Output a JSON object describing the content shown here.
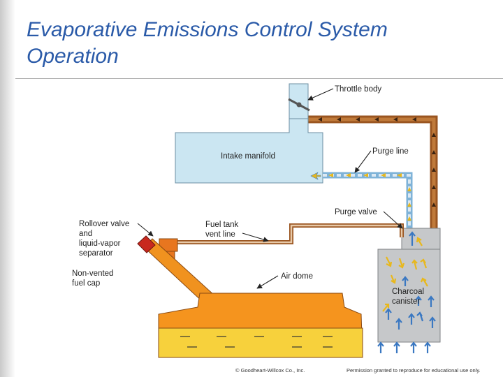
{
  "slide": {
    "title": "Evaporative Emissions Control System Operation"
  },
  "labels": {
    "throttle_body": "Throttle body",
    "intake_manifold": "Intake manifold",
    "purge_line": "Purge line",
    "purge_valve": "Purge valve",
    "rollover_valve": [
      "Rollover valve",
      "and",
      "liquid-vapor",
      "separator"
    ],
    "fuel_tank_vent_line": [
      "Fuel tank",
      "vent line"
    ],
    "non_vented_fuel_cap": [
      "Non-vented",
      "fuel cap"
    ],
    "air_dome": "Air dome",
    "charcoal_canister": [
      "Charcoal",
      "canister"
    ]
  },
  "footer": {
    "copyright": "© Goodheart-Willcox Co., Inc.",
    "permission": "Permission granted to reproduce for educational use only."
  },
  "colors": {
    "title": "#2a5aa8",
    "manifold_fill": "#cbe6f2",
    "brown_line": "#9a5520",
    "fuel_tank": "#f5941e",
    "fuel": "#f7d13c",
    "canister": "#c6c8ca",
    "vapor_arrow_blue": "#3a78c2",
    "vapor_arrow_yellow": "#e8b81c"
  }
}
